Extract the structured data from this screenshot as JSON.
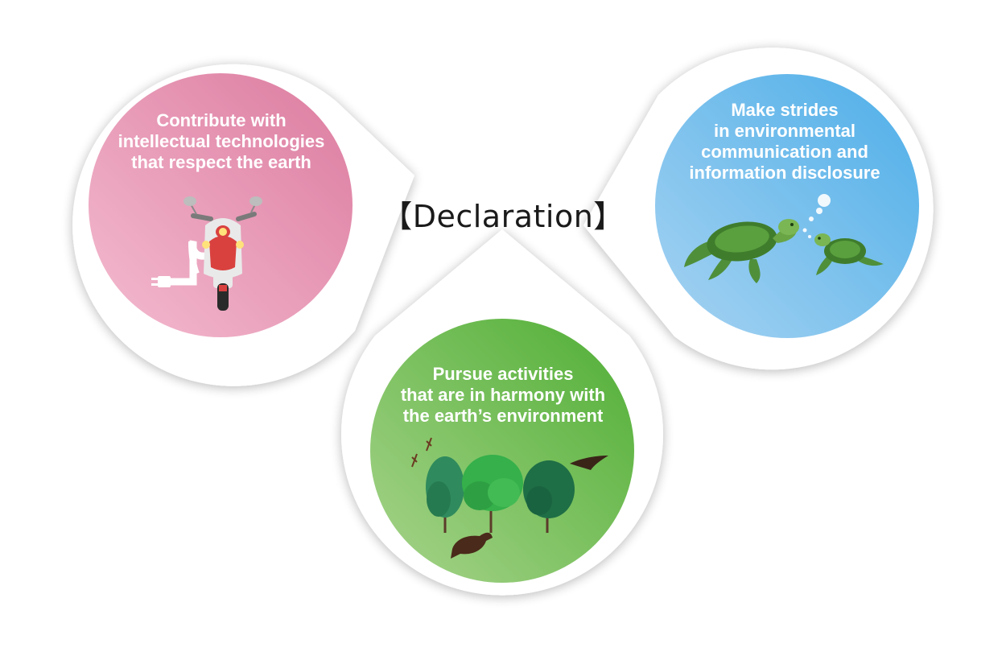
{
  "title": "【Declaration】",
  "circles": {
    "left": {
      "lines": [
        "Contribute with",
        "intellectual technologies",
        "that respect the earth"
      ],
      "color_from": "#f4bcd0",
      "color_to": "#dc7b9f",
      "icon": "electric-scooter-icon"
    },
    "right": {
      "lines": [
        "Make strides",
        "in environmental",
        "communication and",
        "information disclosure"
      ],
      "color_from": "#a7d3f2",
      "color_to": "#4daee8",
      "icon": "sea-turtles-icon"
    },
    "bottom": {
      "lines": [
        "Pursue activities",
        "that are in harmony with",
        "the earth’s environment"
      ],
      "color_from": "#a8d48c",
      "color_to": "#4fae34",
      "icon": "forest-animals-icon"
    }
  }
}
